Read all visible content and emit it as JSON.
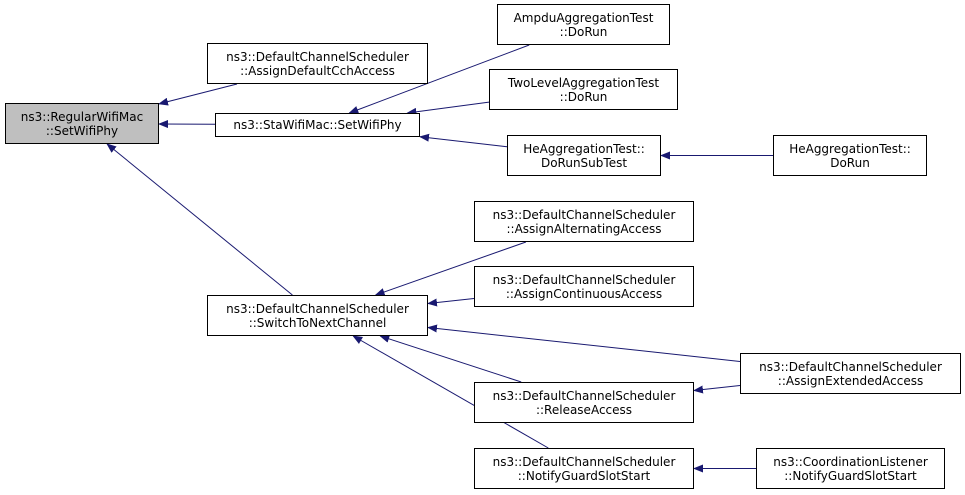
{
  "colors": {
    "edge": "#191970",
    "node_border": "#000000",
    "highlight_fill": "#bfbfbf",
    "node_fill": "#ffffff"
  },
  "nodes": {
    "regularwifimac_setwifiphy": {
      "line1": "ns3::RegularWifiMac",
      "line2": "::SetWifiPhy"
    },
    "dcs_assigndefaultcchaccess": {
      "line1": "ns3::DefaultChannelScheduler",
      "line2": "::AssignDefaultCchAccess"
    },
    "stawifimac_setwifiphy": {
      "line1": "ns3::StaWifiMac::SetWifiPhy"
    },
    "ampdu_dorun": {
      "line1": "AmpduAggregationTest",
      "line2": "::DoRun"
    },
    "twolevel_dorun": {
      "line1": "TwoLevelAggregationTest",
      "line2": "::DoRun"
    },
    "he_dorunsubtest": {
      "line1": "HeAggregationTest::",
      "line2": "DoRunSubTest"
    },
    "he_dorun": {
      "line1": "HeAggregationTest::",
      "line2": "DoRun"
    },
    "dcs_assignalternating": {
      "line1": "ns3::DefaultChannelScheduler",
      "line2": "::AssignAlternatingAccess"
    },
    "dcs_assigncontinuous": {
      "line1": "ns3::DefaultChannelScheduler",
      "line2": "::AssignContinuousAccess"
    },
    "dcs_switchtonextchannel": {
      "line1": "ns3::DefaultChannelScheduler",
      "line2": "::SwitchToNextChannel"
    },
    "dcs_assignextended": {
      "line1": "ns3::DefaultChannelScheduler",
      "line2": "::AssignExtendedAccess"
    },
    "dcs_releaseaccess": {
      "line1": "ns3::DefaultChannelScheduler",
      "line2": "::ReleaseAccess"
    },
    "dcs_notifyguardslotstart": {
      "line1": "ns3::DefaultChannelScheduler",
      "line2": "::NotifyGuardSlotStart"
    },
    "cl_notifyguardslotstart": {
      "line1": "ns3::CoordinationListener",
      "line2": "::NotifyGuardSlotStart"
    }
  },
  "edges": [
    {
      "from": "dcs_assigndefaultcchaccess",
      "to": "regularwifimac_setwifiphy"
    },
    {
      "from": "stawifimac_setwifiphy",
      "to": "regularwifimac_setwifiphy"
    },
    {
      "from": "dcs_switchtonextchannel",
      "to": "regularwifimac_setwifiphy"
    },
    {
      "from": "ampdu_dorun",
      "to": "stawifimac_setwifiphy"
    },
    {
      "from": "twolevel_dorun",
      "to": "stawifimac_setwifiphy"
    },
    {
      "from": "he_dorunsubtest",
      "to": "stawifimac_setwifiphy"
    },
    {
      "from": "he_dorun",
      "to": "he_dorunsubtest"
    },
    {
      "from": "dcs_assignalternating",
      "to": "dcs_switchtonextchannel"
    },
    {
      "from": "dcs_assigncontinuous",
      "to": "dcs_switchtonextchannel"
    },
    {
      "from": "dcs_assignextended",
      "to": "dcs_switchtonextchannel"
    },
    {
      "from": "dcs_releaseaccess",
      "to": "dcs_switchtonextchannel"
    },
    {
      "from": "dcs_notifyguardslotstart",
      "to": "dcs_switchtonextchannel"
    },
    {
      "from": "dcs_assignextended",
      "to": "dcs_releaseaccess"
    },
    {
      "from": "cl_notifyguardslotstart",
      "to": "dcs_notifyguardslotstart"
    }
  ]
}
